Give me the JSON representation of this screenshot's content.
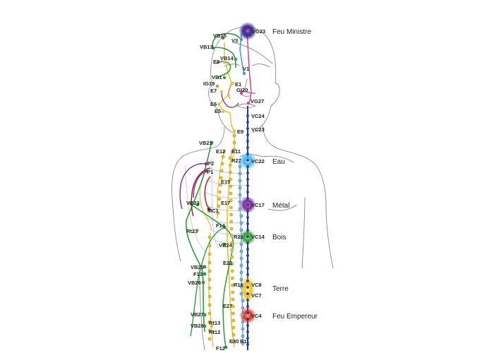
{
  "colors": {
    "conception": "#1f3f9a",
    "stomach": "#e2c23b",
    "kidney": "#7fb0d6",
    "gallbladder": "#2f9a3e",
    "purple": "#8b3a8f",
    "pink": "#d6409a",
    "lightblue": "#3a9bd6",
    "darkred": "#9a2a2a",
    "orange": "#e08a2a",
    "outline": "#8a8a8a"
  },
  "zones": {
    "feu_ministre": "Feu Ministre",
    "eau": "Eau",
    "metal": "Métal",
    "bois": "Bois",
    "terre": "Terre",
    "feu_empereur": "Feu Empereur"
  },
  "labels": {
    "vg23": "VG23",
    "vb15": "VB15",
    "v3": "V3",
    "vb13": "VB13",
    "vb14": "VB14",
    "e8": "E8",
    "v1": "V1",
    "vb1": "VB1",
    "ig19": "IG19",
    "e1": "E1",
    "e7": "E7",
    "gi20": "GI20",
    "e6": "E6",
    "vg27": "VG27",
    "e5": "E5",
    "vc24": "VC24",
    "vc23": "VC23",
    "e9": "E9",
    "vb21": "VB21",
    "e12": "E12",
    "e11": "E11",
    "r27": "R27",
    "vc22": "VC22",
    "p2": "P2",
    "p1": "P1",
    "e15": "E15",
    "vc17": "VC17",
    "vb23": "VB23",
    "e17": "E17",
    "mc1": "MC1",
    "rt23": "Rt23",
    "f14": "F14",
    "r21": "R21",
    "vc14": "VC14",
    "vb24": "VB24",
    "e22": "E22",
    "vb25": "VB25",
    "f13": "F13",
    "vb26": "VB26",
    "r16": "R16",
    "vc8": "VC8",
    "vc7": "VC7",
    "e27": "E27",
    "vc4": "VC4",
    "vb27": "VB27",
    "vb28": "VB28",
    "rt13": "Rt13",
    "rt12": "Rt12",
    "e30": "E30",
    "r11": "R11",
    "f12": "F12"
  }
}
